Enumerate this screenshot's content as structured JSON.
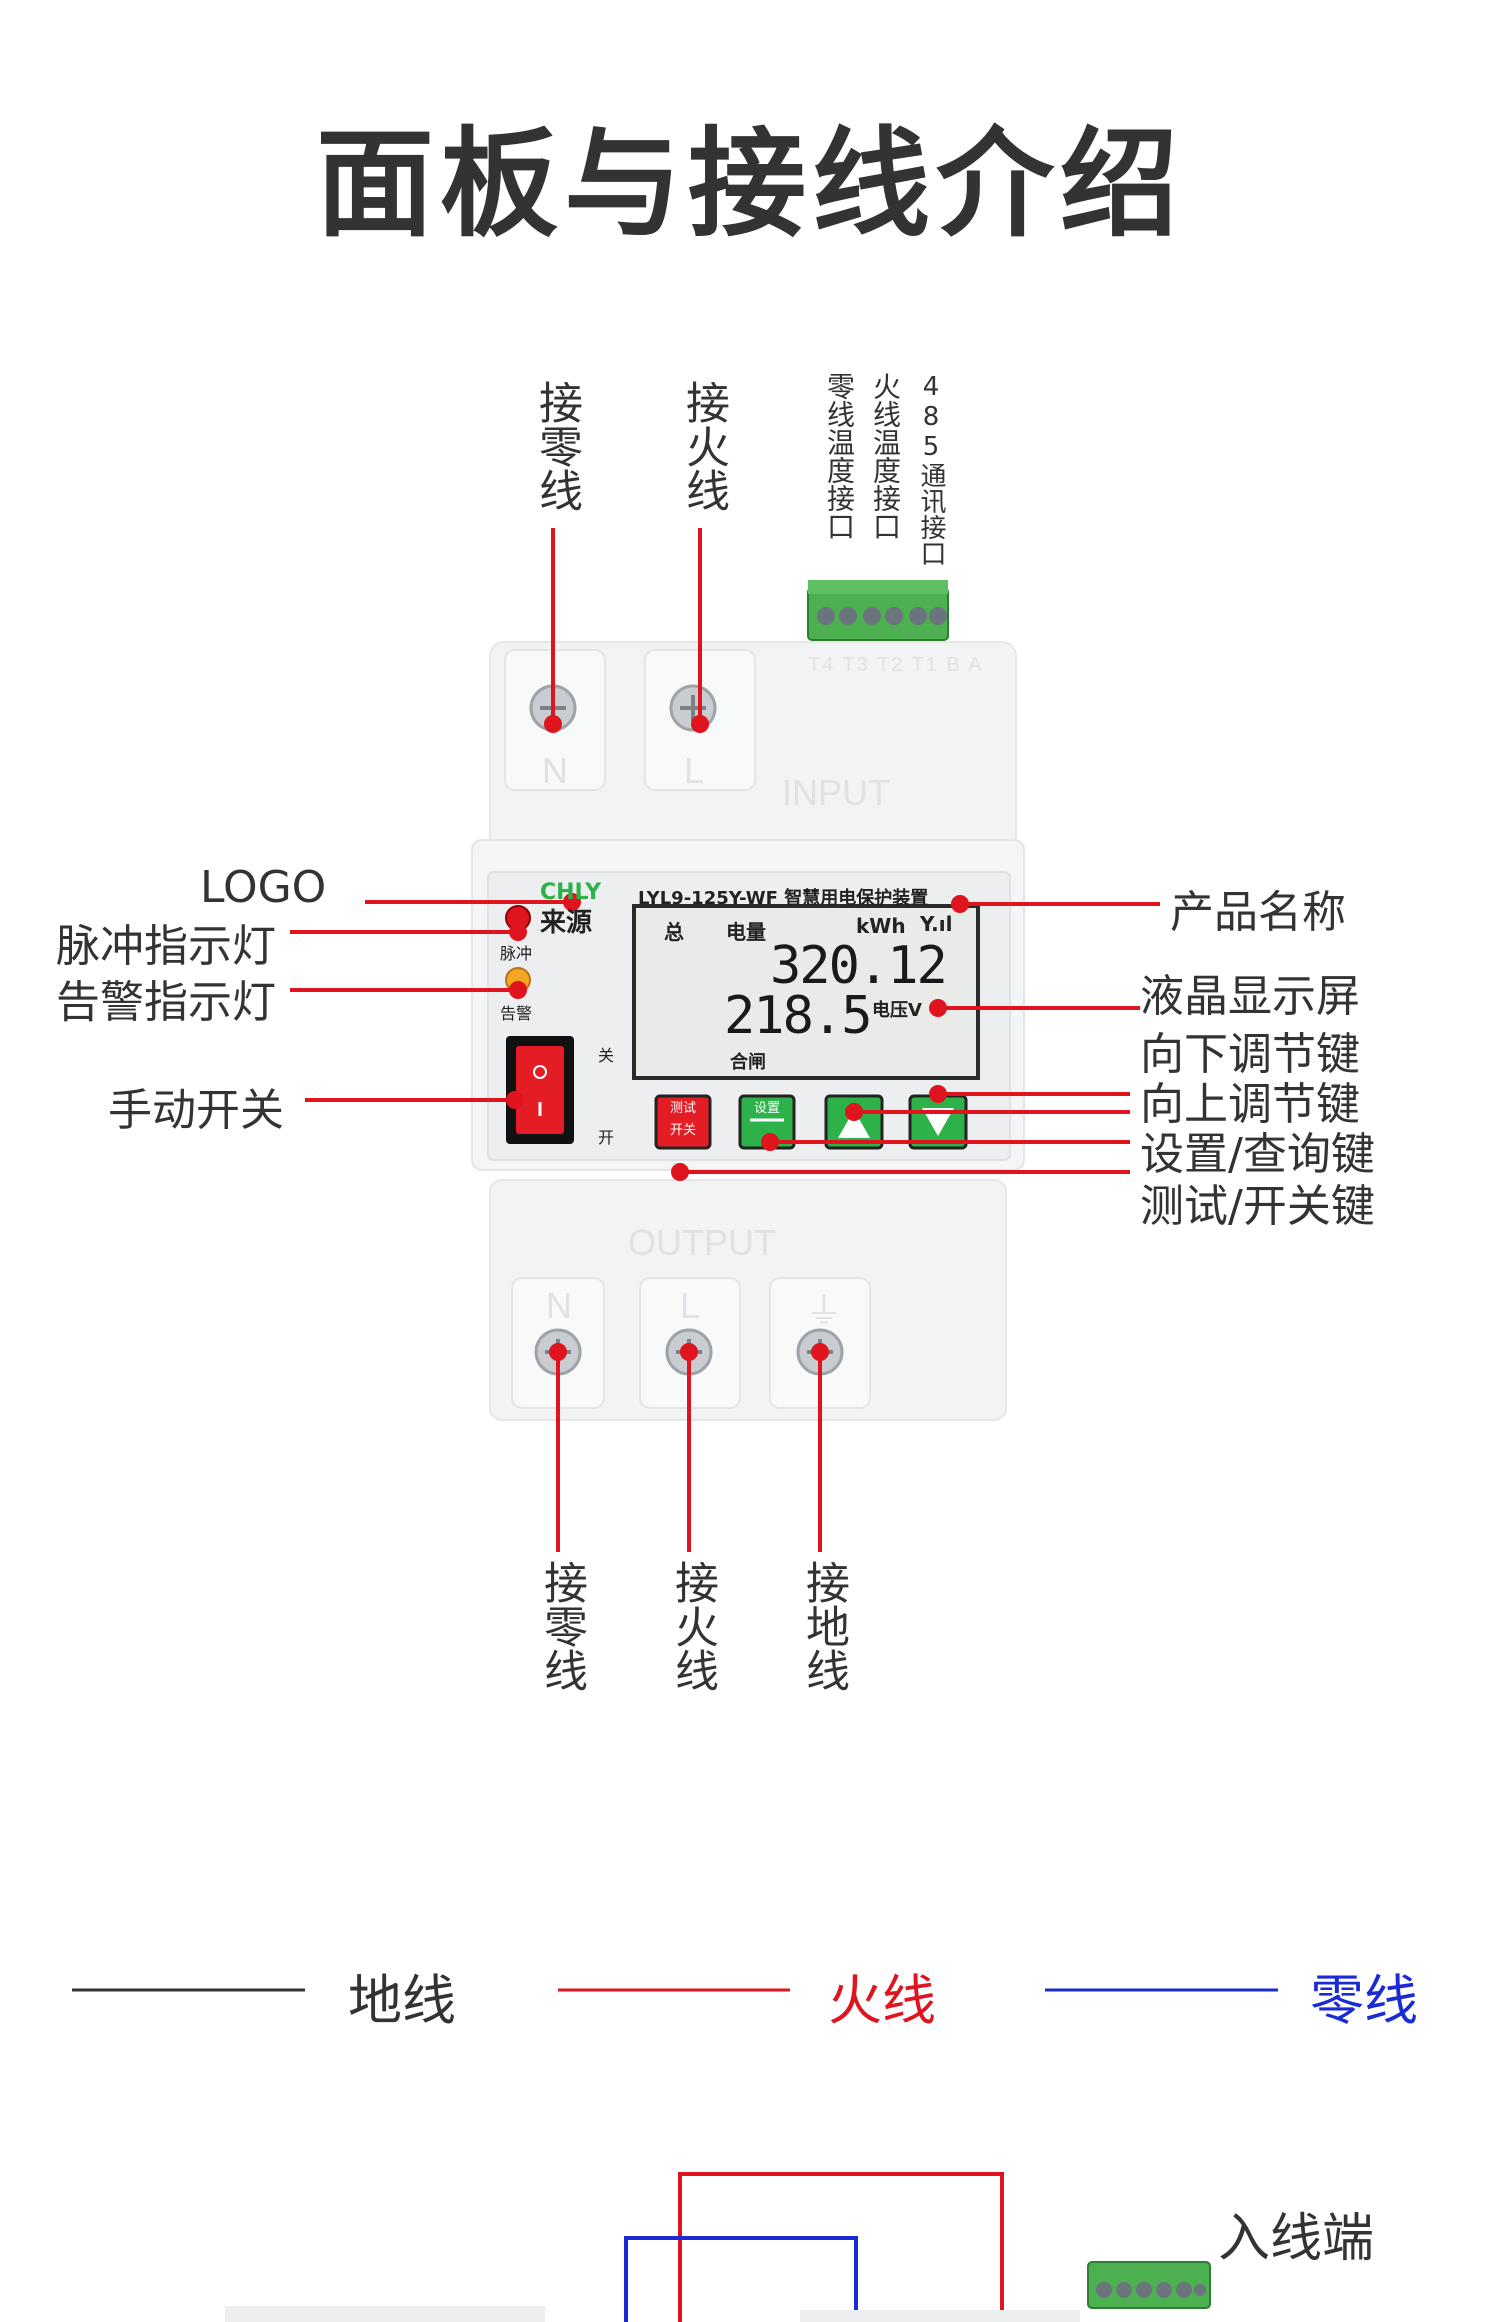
{
  "title": "面板与接线介绍",
  "top_labels": {
    "input_neutral": "接零线",
    "input_live": "接火线",
    "t4": "零线温度接口",
    "t3": "火线温度接口",
    "t485": "485通讯接口"
  },
  "terminal_pins": "T4 T3 T2 T1 B A",
  "device": {
    "input_label": "INPUT",
    "output_label": "OUTPUT",
    "input_n": "N",
    "input_l": "L",
    "output_n": "N",
    "output_l": "L",
    "output_ground": "⏚",
    "brand_en": "CHLY",
    "brand_cn": "来源",
    "product_name": "LYL9-125Y-WF 智慧用电保护装置",
    "pulse_text": "脉冲",
    "alarm_text": "告警",
    "switch_off": "关",
    "switch_on": "开",
    "lcd": {
      "total": "总",
      "energy": "电量",
      "unit_kwh": "kWh",
      "signal": "Y.ıl",
      "energy_value": "320.12",
      "voltage_value": "218.5",
      "voltage_unit": "电压V",
      "status": "合闸"
    },
    "btn_test_line1": "测试",
    "btn_test_line2": "开关",
    "btn_set": "设置"
  },
  "callouts": {
    "logo": "LOGO",
    "pulse_led": "脉冲指示灯",
    "alarm_led": "告警指示灯",
    "manual_switch": "手动开关",
    "product_name": "产品名称",
    "lcd": "液晶显示屏",
    "down_key": "向下调节键",
    "up_key": "向上调节键",
    "set_key": "设置/查询键",
    "test_key": "测试/开关键"
  },
  "bottom_labels": {
    "out_neutral": "接零线",
    "out_live": "接火线",
    "out_ground": "接地线"
  },
  "legend": {
    "ground": "地线",
    "live": "火线",
    "neutral": "零线"
  },
  "wiring": {
    "input_end": "入线端"
  },
  "colors": {
    "red": "#e0141e",
    "blue": "#1a2bd6",
    "dark": "#333333",
    "green_terminal": "#4caf50",
    "lcd_bg": "#e8eae7"
  }
}
